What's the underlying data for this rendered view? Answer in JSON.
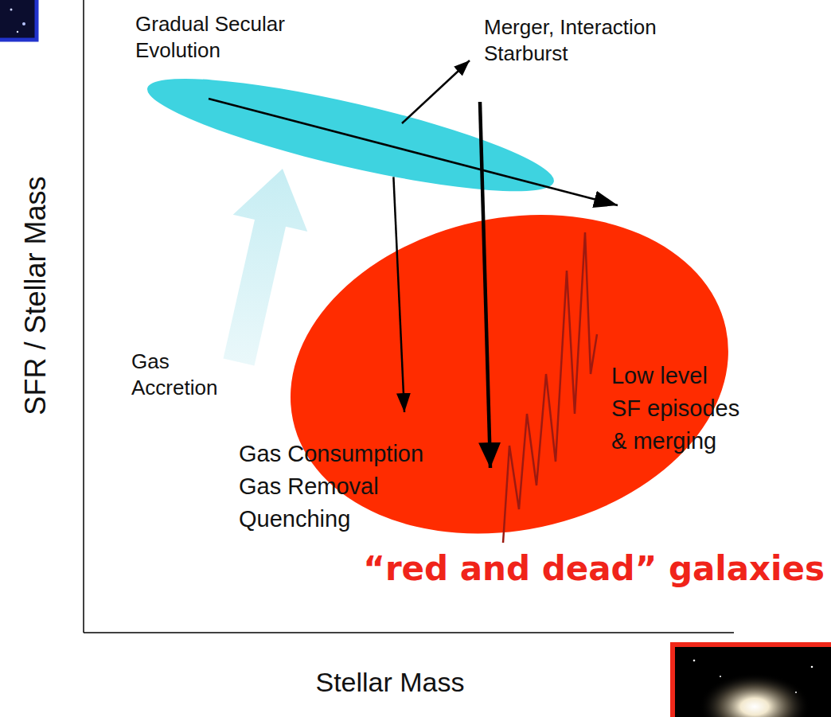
{
  "diagram": {
    "nodes": [
      {
        "text": [
          "Gradual Secular Evolution"
        ]
      },
      {
        "text": [
          "Low level SF episodes & merging",
          "Gas Consumption Gas Removal Quenching"
        ]
      }
    ],
    "edges": [
      {
        "from": 0,
        "to": 1,
        "arrow": "to"
      }
    ],
    "labels": [
      "Merger, Interaction Starburst",
      "Gas Accretion",
      "“red and dead” galaxies",
      "SFR / Stellar Mass",
      "Stellar Mass"
    ]
  }
}
